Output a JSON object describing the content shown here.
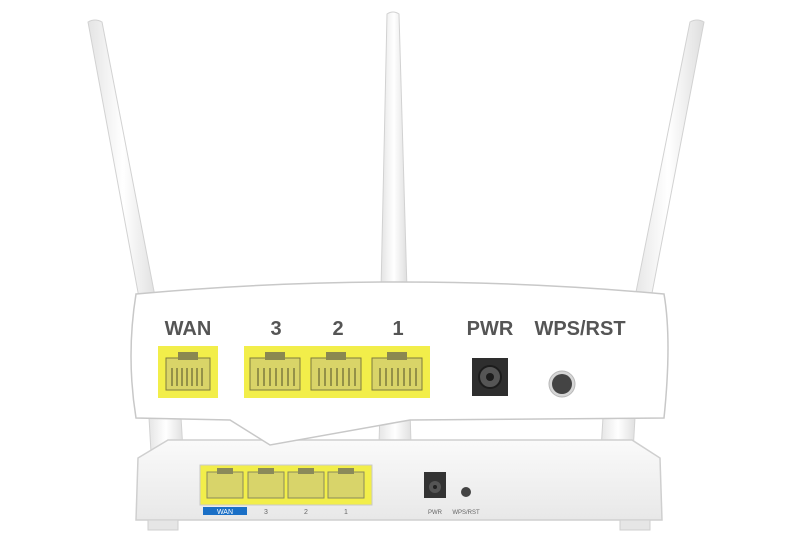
{
  "callout": {
    "labels": {
      "wan": "WAN",
      "lan3": "3",
      "lan2": "2",
      "lan1": "1",
      "pwr": "PWR",
      "wps_rst": "WPS/RST"
    }
  },
  "router": {
    "labels": {
      "wan": "WAN",
      "lan3": "3",
      "lan2": "2",
      "lan1": "1",
      "pwr": "PWR",
      "wps_rst": "WPS/RST"
    }
  },
  "colors": {
    "port_highlight": "#f2ee4a",
    "wan_badge": "#1a6fc6",
    "body": "#f3f3f3",
    "outline": "#cfcfcf"
  }
}
